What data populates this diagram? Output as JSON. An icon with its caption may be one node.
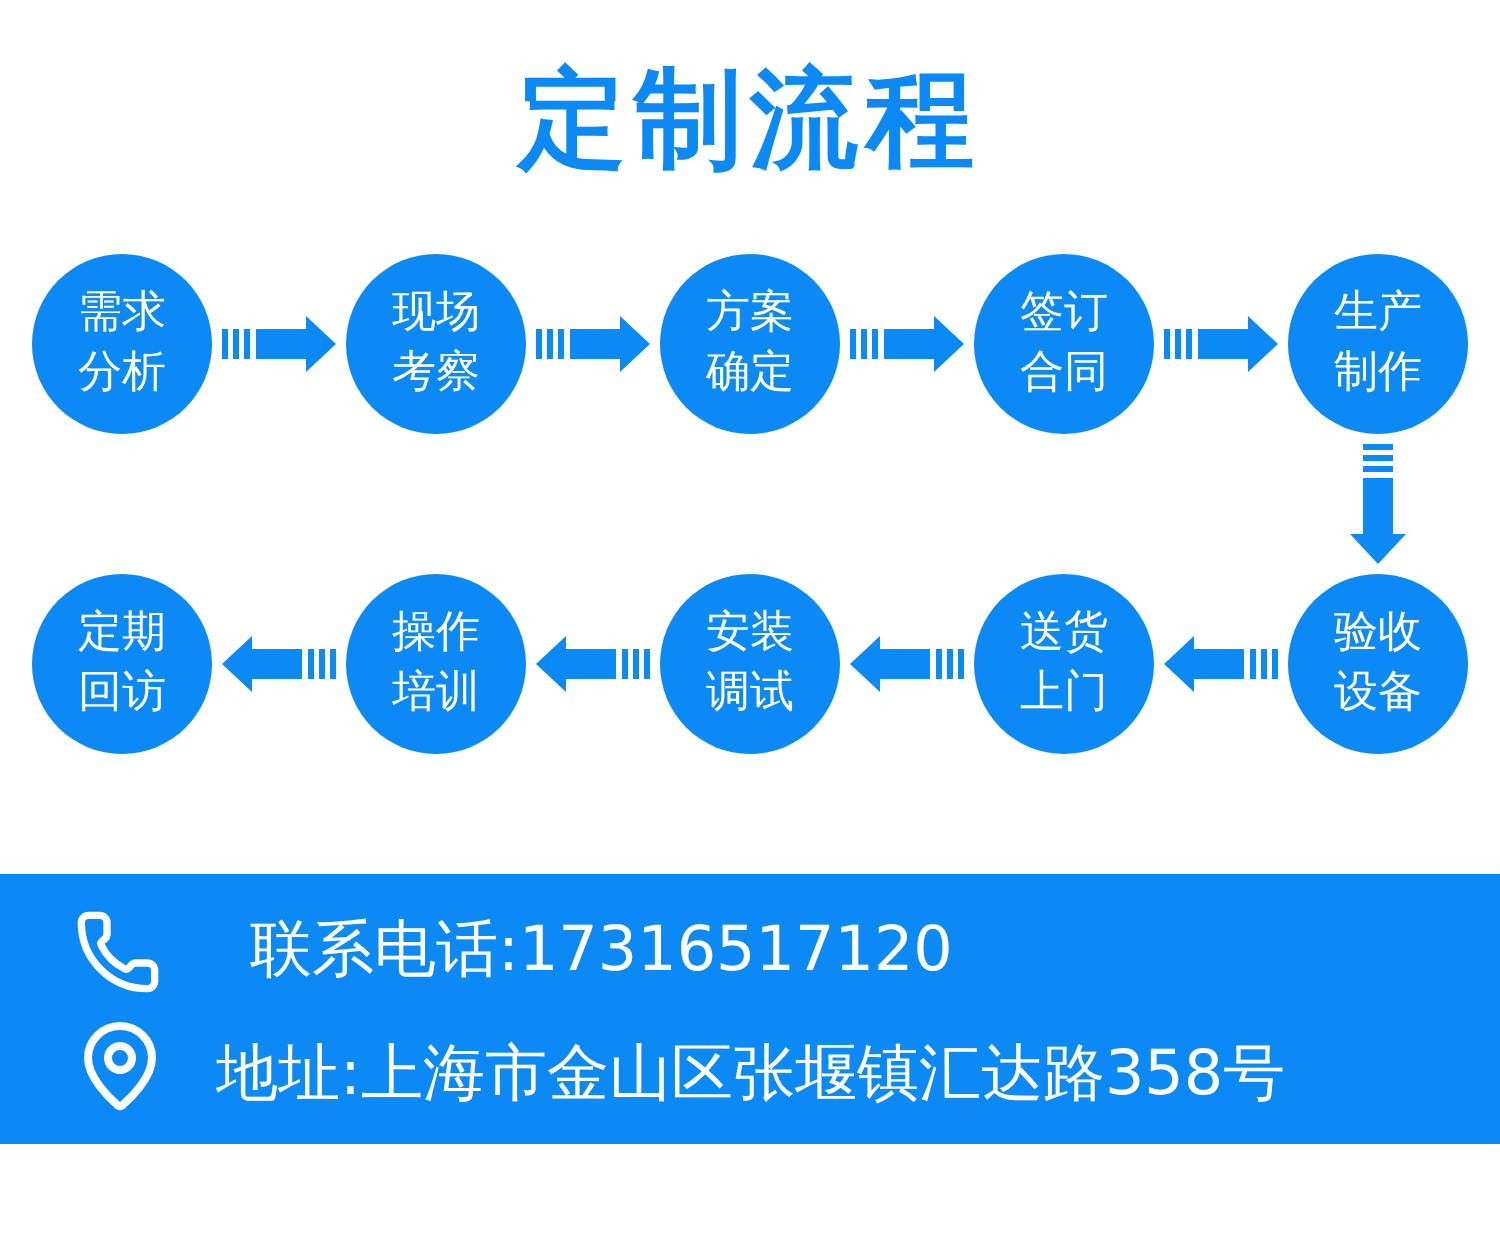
{
  "diagram": {
    "title": "定制流程",
    "nodes": [
      {
        "text": [
          "需求分析"
        ]
      },
      {
        "text": [
          "现场考察"
        ]
      },
      {
        "text": [
          "方案确定"
        ]
      },
      {
        "text": [
          "签订合同"
        ]
      },
      {
        "text": [
          "生产制作"
        ]
      },
      {
        "text": [
          "定期回访"
        ]
      },
      {
        "text": [
          "操作培训"
        ]
      },
      {
        "text": [
          "安装调试"
        ]
      },
      {
        "text": [
          "送货上门"
        ]
      },
      {
        "text": [
          "验收设备"
        ]
      },
      {
        "text": [
          "联系电话:17316517120",
          "地址:上海市金山区张堰镇汇达路358号"
        ]
      }
    ],
    "edges": [
      {
        "from": 0,
        "to": 1,
        "arrow": "to"
      },
      {
        "from": 1,
        "to": 2,
        "arrow": "to"
      },
      {
        "from": 2,
        "to": 3,
        "arrow": "to"
      },
      {
        "from": 3,
        "to": 4,
        "arrow": "to"
      },
      {
        "from": 4,
        "to": 9,
        "arrow": "to"
      },
      {
        "from": 9,
        "to": 8,
        "arrow": "to"
      },
      {
        "from": 8,
        "to": 7,
        "arrow": "to"
      },
      {
        "from": 7,
        "to": 6,
        "arrow": "to"
      },
      {
        "from": 6,
        "to": 5,
        "arrow": "to"
      }
    ]
  }
}
